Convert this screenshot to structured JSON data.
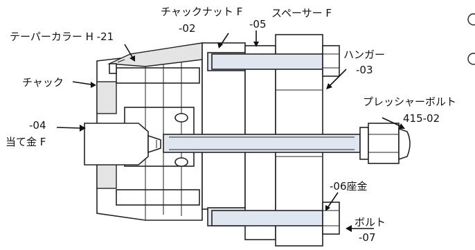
{
  "labels": {
    "chuck_nut": "チャックナット F",
    "chuck_nut_code": "-02",
    "spacer_code": "-05",
    "spacer": "スペーサー F",
    "taper_collar": "テーパーカラー H -21",
    "chuck": "チャック",
    "hanger": "ハンガー",
    "hanger_code": "-03",
    "pressure_bolt": "プレッシャーボルト",
    "pressure_bolt_code": "415-02",
    "plate_code": "-04",
    "plate": "当て金 F",
    "washer": "-06座金",
    "bolt": "ボルト",
    "bolt_code": "-07"
  }
}
